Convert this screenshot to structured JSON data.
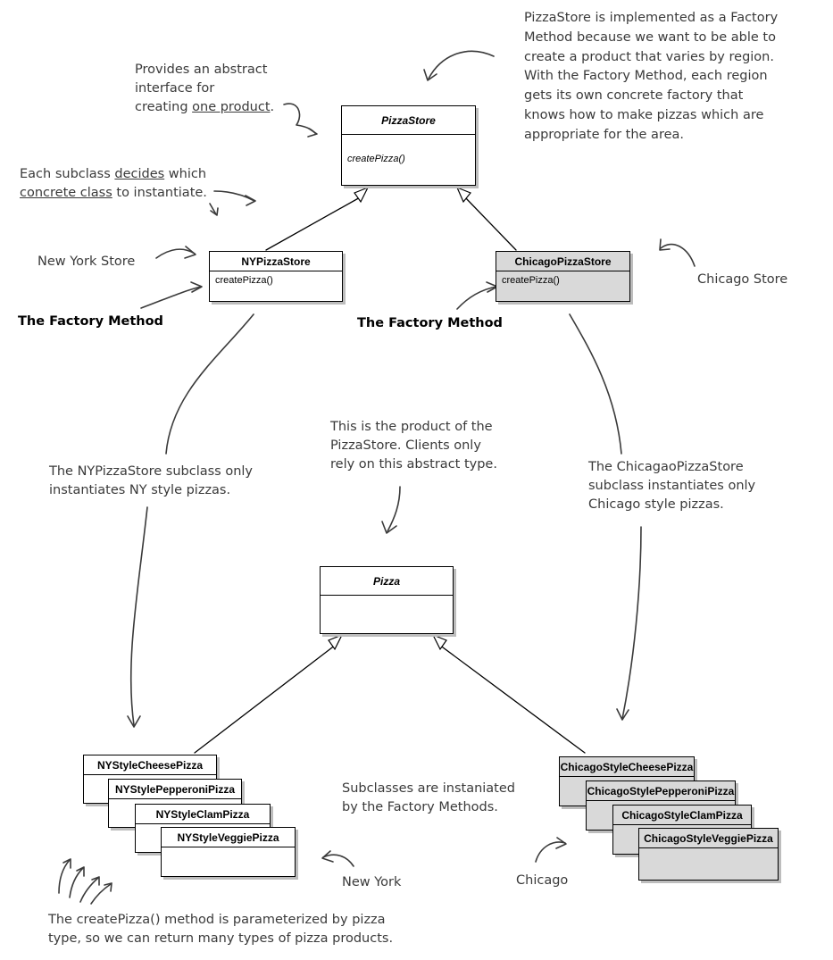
{
  "classes": {
    "pizza_store": {
      "name": "PizzaStore",
      "method": "createPizza()"
    },
    "ny_pizza_store": {
      "name": "NYPizzaStore",
      "method": "createPizza()"
    },
    "chicago_pizza_store": {
      "name": "ChicagoPizzaStore",
      "method": "createPizza()"
    },
    "pizza": {
      "name": "Pizza"
    },
    "ny_cheese": {
      "name": "NYStyleCheesePizza"
    },
    "ny_pepperoni": {
      "name": "NYStylePepperoniPizza"
    },
    "ny_clam": {
      "name": "NYStyleClamPizza"
    },
    "ny_veggie": {
      "name": "NYStyleVeggiePizza"
    },
    "chicago_cheese": {
      "name": "ChicagoStyleCheesePizza"
    },
    "chicago_pepperoni": {
      "name": "ChicagoStylePepperoniPizza"
    },
    "chicago_clam": {
      "name": "ChicagoStyleClamPizza"
    },
    "chicago_veggie": {
      "name": "ChicagoStyleVeggiePizza"
    }
  },
  "notes": {
    "abstract_interface": {
      "line1": "Provides an abstract",
      "line2": "interface for",
      "line3_a": "creating ",
      "line3_b": "one product",
      "line3_c": "."
    },
    "factory_method_reason": [
      "PizzaStore is implemented as a Factory",
      "Method because we want to be able to",
      "create a product that varies by region.",
      "With the Factory Method, each region",
      "gets its own concrete factory that",
      "knows how to make pizzas which are",
      "appropriate for the area."
    ],
    "subclass_decides": {
      "line1_a": "Each subclass ",
      "line1_b": "decides",
      "line1_c": " which",
      "line2_a": "concrete class",
      "line2_b": " to instantiate."
    },
    "new_york_store": "New York Store",
    "chicago_store": "Chicago Store",
    "factory_method_left": "The Factory Method",
    "factory_method_right": "The Factory Method",
    "ny_subclass": [
      "The NYPizzaStore subclass only",
      "instantiates NY style pizzas."
    ],
    "product": [
      "This is the product of the",
      "PizzaStore.  Clients only",
      "rely on this abstract type."
    ],
    "chicago_subclass": [
      "The ChicagaoPizzaStore",
      "subclass instantiates only",
      "Chicago style pizzas."
    ],
    "subclasses_instantiated": [
      "Subclasses are instaniated",
      "by the Factory Methods."
    ],
    "new_york": "New York",
    "chicago": "Chicago",
    "parameterized": [
      "The createPizza() method is parameterized by pizza",
      "type, so we can return many types of pizza products."
    ]
  }
}
